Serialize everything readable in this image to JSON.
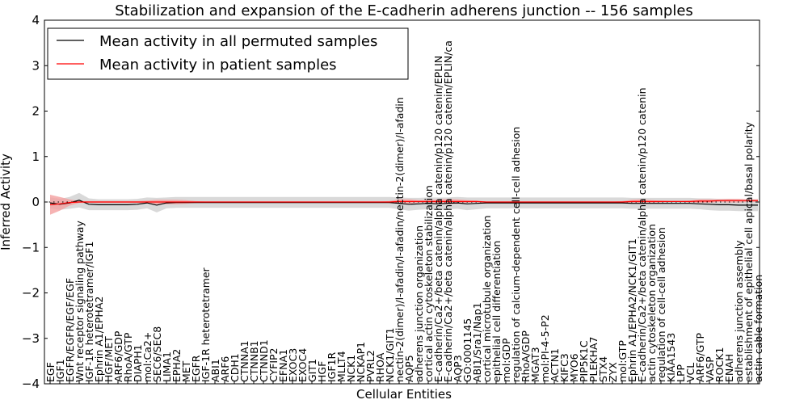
{
  "chart_data": {
    "type": "line",
    "title": "Stabilization and expansion of the E-cadherin adherens junction -- 156 samples",
    "xlabel": "Cellular Entities",
    "ylabel": "Inferred Activity",
    "ylim": [
      -4,
      4
    ],
    "yticks": [
      "−4",
      "−3",
      "−2",
      "−1",
      "0",
      "1",
      "2",
      "3",
      "4"
    ],
    "ytick_values": [
      -4,
      -3,
      -2,
      -1,
      0,
      1,
      2,
      3,
      4
    ],
    "grid": false,
    "legend_position": "top-left",
    "categories": [
      "EGF",
      "IGF1",
      "EGFR/EGFR/EGF/EGF",
      "Wnt receptor signaling pathway",
      "IGF-1R heterotetramer/IGF1",
      "Ephrin A1/EPHA2",
      "HGF/MET",
      "ARF6/GDP",
      "RhoA/GTP",
      "DIAPH1",
      "mol:Ca2+",
      "SEC6/SEC8",
      "LIMA1",
      "EPHA2",
      "MET",
      "EGFR",
      "IGF-1R heterotetramer",
      "ABI1",
      "ARF6",
      "CDH1",
      "CTNNA1",
      "CTNNB1",
      "CTNND1",
      "CYFIP2",
      "EFNA1",
      "EXOC3",
      "EXOC4",
      "GIT1",
      "HGF",
      "IGF1R",
      "MLLT4",
      "NCK1",
      "NCKAP1",
      "PVRL2",
      "RHOA",
      "NCK1/GIT1",
      "nectin-2(dimer)/l-afadin/l-afadin/nectin-2(dimer)/l-afadin",
      "AQP5",
      "adherens junction organization",
      "cortical actin cytoskeleton stabilization",
      "E-cadherin/Ca2+/beta catenin/alpha catenin/p120 catenin/EPLIN",
      "E-cadherin/Ca2+/beta catenin/alpha catenin/p120 catenin/EPLIN/ca",
      "AQP3",
      "GO:0001145",
      "ABI1/Sra1/Nap1",
      "cortical microtubule organization",
      "epithelial cell differentiation",
      "mol:GDP",
      "regulation of calcium-dependent cell-cell adhesion",
      "RhoA/GDP",
      "MGAT3",
      "mol:PI-4-5-P2",
      "ACTN1",
      "KIFC3",
      "MYO6",
      "PIP5K1C",
      "PLEKHA7",
      "STX4",
      "ZYX",
      "mol:GTP",
      "Ephrin A1/EPHA2/NCK1/GIT1",
      "E-cadherin/Ca2+/beta catenin/alpha catenin/p120 catenin",
      "actin cytoskeleton organization",
      "regulation of cell-cell adhesion",
      "KIAA1543",
      "LPP",
      "VCL",
      "ARF6/GTP",
      "VASP",
      "ROCK1",
      "ENAH",
      "adherens junction assembly",
      "establishment of epithelial cell apical/basal polarity",
      "actin cable formation"
    ],
    "series": [
      {
        "name": "Mean activity in all permuted samples",
        "color": "#000000",
        "band_color": "#d9d9d9",
        "values": [
          -0.02,
          -0.05,
          -0.02,
          0.04,
          -0.05,
          -0.06,
          -0.06,
          -0.06,
          -0.06,
          -0.05,
          -0.02,
          -0.07,
          -0.02,
          -0.01,
          -0.01,
          -0.01,
          -0.01,
          -0.01,
          -0.01,
          -0.01,
          -0.01,
          -0.01,
          -0.01,
          -0.01,
          -0.01,
          -0.01,
          -0.01,
          -0.01,
          -0.01,
          -0.01,
          -0.01,
          -0.01,
          -0.01,
          -0.01,
          -0.01,
          -0.01,
          -0.03,
          -0.05,
          -0.04,
          -0.03,
          -0.04,
          -0.03,
          -0.02,
          -0.04,
          -0.03,
          -0.02,
          -0.02,
          -0.02,
          -0.02,
          -0.02,
          -0.02,
          -0.02,
          -0.02,
          -0.02,
          -0.02,
          -0.02,
          -0.02,
          -0.02,
          -0.02,
          -0.02,
          -0.03,
          -0.03,
          -0.03,
          -0.03,
          -0.03,
          -0.03,
          -0.03,
          -0.04,
          -0.05,
          -0.06,
          -0.06,
          -0.07,
          -0.07,
          -0.07
        ],
        "spread": [
          0.12,
          0.12,
          0.13,
          0.16,
          0.13,
          0.12,
          0.12,
          0.12,
          0.12,
          0.12,
          0.12,
          0.16,
          0.12,
          0.12,
          0.12,
          0.12,
          0.12,
          0.12,
          0.12,
          0.12,
          0.12,
          0.12,
          0.12,
          0.12,
          0.12,
          0.12,
          0.12,
          0.12,
          0.12,
          0.12,
          0.12,
          0.12,
          0.12,
          0.12,
          0.12,
          0.12,
          0.13,
          0.14,
          0.13,
          0.13,
          0.14,
          0.13,
          0.13,
          0.14,
          0.13,
          0.12,
          0.12,
          0.12,
          0.12,
          0.12,
          0.12,
          0.12,
          0.12,
          0.12,
          0.12,
          0.12,
          0.12,
          0.12,
          0.12,
          0.12,
          0.12,
          0.12,
          0.12,
          0.12,
          0.12,
          0.12,
          0.12,
          0.12,
          0.13,
          0.13,
          0.13,
          0.13,
          0.13,
          0.13
        ]
      },
      {
        "name": "Mean activity in patient samples",
        "color": "#ff0000",
        "band_color": "#f4a0a0",
        "values": [
          -0.06,
          -0.04,
          -0.01,
          0.0,
          0.0,
          0.0,
          0.0,
          0.0,
          0.0,
          0.0,
          0.0,
          0.0,
          0.0,
          0.0,
          0.0,
          0.0,
          0.0,
          0.0,
          0.0,
          0.0,
          0.0,
          0.0,
          0.0,
          0.0,
          0.0,
          0.0,
          0.0,
          0.0,
          0.0,
          0.0,
          0.0,
          0.0,
          0.0,
          0.0,
          0.0,
          0.0,
          0.01,
          0.01,
          0.01,
          0.01,
          0.01,
          0.01,
          0.01,
          0.01,
          0.01,
          0.0,
          0.0,
          0.0,
          0.0,
          0.0,
          0.0,
          0.0,
          0.0,
          0.0,
          0.0,
          0.0,
          0.0,
          0.0,
          0.0,
          0.0,
          0.01,
          0.01,
          0.01,
          0.01,
          0.01,
          0.01,
          0.01,
          0.02,
          0.02,
          0.03,
          0.03,
          0.03,
          0.03,
          0.03
        ],
        "spread": [
          0.22,
          0.15,
          0.07,
          0.02,
          0.02,
          0.02,
          0.02,
          0.02,
          0.02,
          0.02,
          0.03,
          0.05,
          0.05,
          0.05,
          0.04,
          0.02,
          0.01,
          0.01,
          0.01,
          0.01,
          0.01,
          0.01,
          0.01,
          0.01,
          0.01,
          0.01,
          0.01,
          0.01,
          0.01,
          0.01,
          0.01,
          0.01,
          0.01,
          0.01,
          0.01,
          0.02,
          0.05,
          0.05,
          0.03,
          0.03,
          0.05,
          0.06,
          0.05,
          0.03,
          0.02,
          0.01,
          0.01,
          0.01,
          0.01,
          0.01,
          0.01,
          0.01,
          0.01,
          0.01,
          0.01,
          0.01,
          0.01,
          0.01,
          0.01,
          0.02,
          0.04,
          0.05,
          0.03,
          0.02,
          0.01,
          0.01,
          0.02,
          0.04,
          0.04,
          0.03,
          0.04,
          0.04,
          0.03,
          0.03
        ]
      }
    ]
  }
}
